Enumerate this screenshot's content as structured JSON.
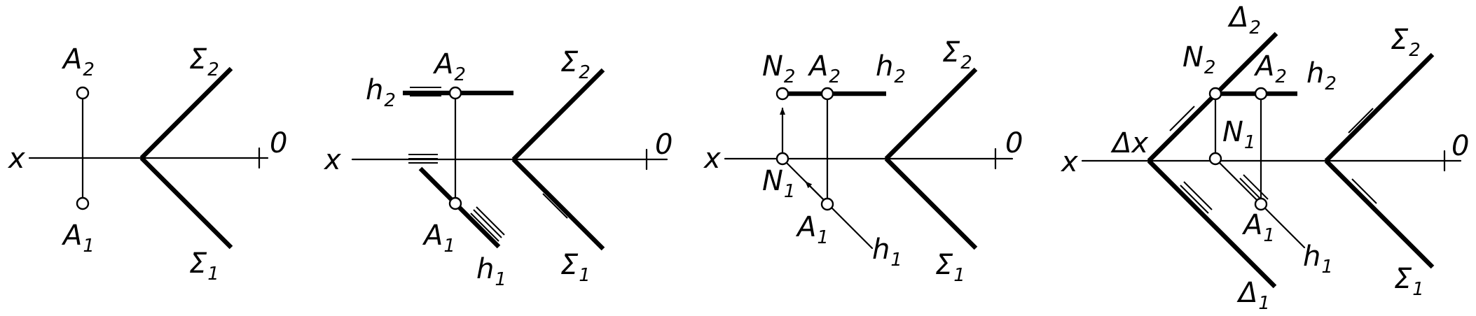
{
  "panels": [
    {
      "axis_start": "x",
      "axis_end": "0",
      "points": {
        "A2": {
          "letter": "A",
          "sub": "2"
        },
        "A1": {
          "letter": "A",
          "sub": "1"
        }
      },
      "planes": {
        "S2": {
          "letter": "Σ",
          "sub": "2"
        },
        "S1": {
          "letter": "Σ",
          "sub": "1"
        }
      }
    },
    {
      "axis_start": "x",
      "axis_end": "0",
      "points": {
        "A2": {
          "letter": "A",
          "sub": "2"
        },
        "A1": {
          "letter": "A",
          "sub": "1"
        }
      },
      "lines": {
        "h2": {
          "letter": "h",
          "sub": "2"
        },
        "h1": {
          "letter": "h",
          "sub": "1"
        }
      },
      "planes": {
        "S2": {
          "letter": "Σ",
          "sub": "2"
        },
        "S1": {
          "letter": "Σ",
          "sub": "1"
        }
      }
    },
    {
      "axis_start": "x",
      "axis_end": "0",
      "points": {
        "N2": {
          "letter": "N",
          "sub": "2"
        },
        "A2": {
          "letter": "A",
          "sub": "2"
        },
        "N1": {
          "letter": "N",
          "sub": "1"
        },
        "A1": {
          "letter": "A",
          "sub": "1"
        }
      },
      "lines": {
        "h2": {
          "letter": "h",
          "sub": "2"
        },
        "h1": {
          "letter": "h",
          "sub": "1"
        }
      },
      "planes": {
        "S2": {
          "letter": "Σ",
          "sub": "2"
        },
        "S1": {
          "letter": "Σ",
          "sub": "1"
        }
      }
    },
    {
      "axis_start": "x",
      "axis_end": "0",
      "dx": "Δx",
      "points": {
        "N2": {
          "letter": "N",
          "sub": "2"
        },
        "A2": {
          "letter": "A",
          "sub": "2"
        },
        "N1": {
          "letter": "N",
          "sub": "1"
        },
        "A1": {
          "letter": "A",
          "sub": "1"
        }
      },
      "lines": {
        "h2": {
          "letter": "h",
          "sub": "2"
        },
        "h1": {
          "letter": "h",
          "sub": "1"
        }
      },
      "planes": {
        "D2": {
          "letter": "Δ",
          "sub": "2"
        },
        "D1": {
          "letter": "Δ",
          "sub": "1"
        },
        "S2": {
          "letter": "Σ",
          "sub": "2"
        },
        "S1": {
          "letter": "Σ",
          "sub": "1"
        }
      }
    }
  ]
}
